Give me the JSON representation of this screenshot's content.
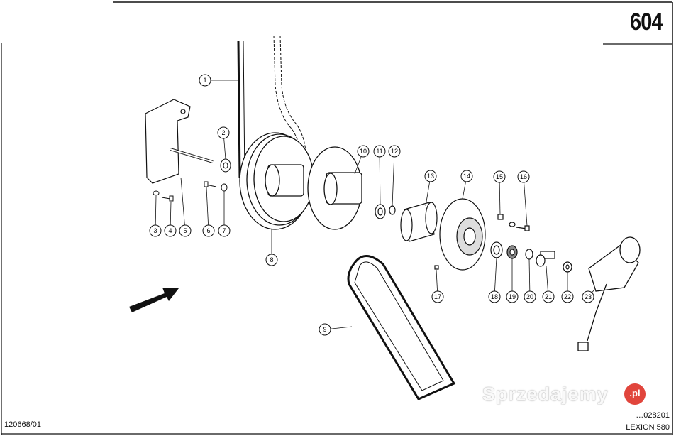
{
  "header": {
    "page_number": "604"
  },
  "footer": {
    "drawing_number": "120668/01",
    "reference_number": "…028201",
    "model": "LEXION 580"
  },
  "watermark": {
    "text": "Sprzedajemy",
    "badge": ".pl"
  },
  "callouts": [
    "1",
    "2",
    "3",
    "4",
    "5",
    "6",
    "7",
    "8",
    "9",
    "10",
    "11",
    "12",
    "13",
    "14",
    "15",
    "16",
    "17",
    "18",
    "19",
    "20",
    "21",
    "22",
    "23"
  ],
  "icons": {
    "direction_arrow": "arrow-up-right-icon"
  }
}
